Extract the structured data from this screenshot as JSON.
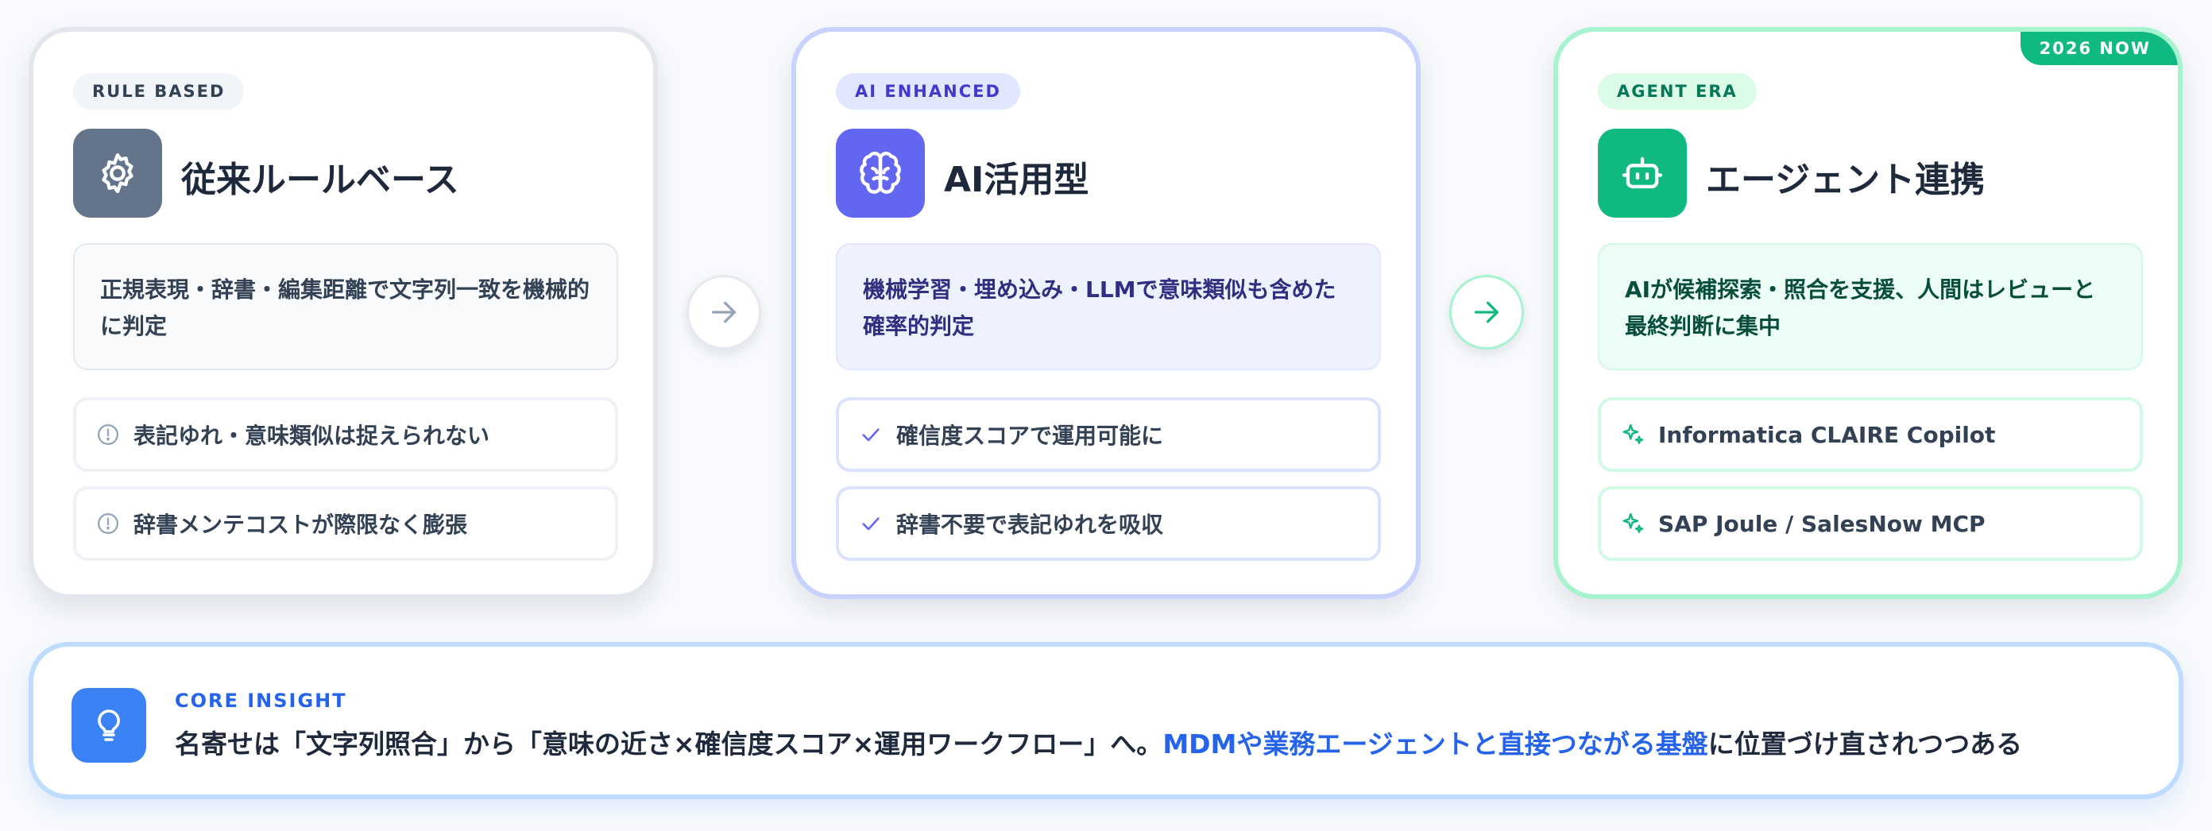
{
  "cards": [
    {
      "pill": "RULE BASED",
      "icon": "gear-icon",
      "title": "従来ルールベース",
      "description": "正規表現・辞書・編集距離で文字列一致を機械的に判定",
      "items": [
        {
          "icon": "alert-circle-icon",
          "text": "表記ゆれ・意味類似は捉えられない"
        },
        {
          "icon": "alert-circle-icon",
          "text": "辞書メンテコストが際限なく膨張"
        }
      ]
    },
    {
      "pill": "AI ENHANCED",
      "icon": "brain-icon",
      "title": "AI活用型",
      "description": "機械学習・埋め込み・LLMで意味類似も含めた確率的判定",
      "items": [
        {
          "icon": "check-icon",
          "text": "確信度スコアで運用可能に"
        },
        {
          "icon": "check-icon",
          "text": "辞書不要で表記ゆれを吸収"
        }
      ]
    },
    {
      "badge": "2026 NOW",
      "pill": "AGENT ERA",
      "icon": "robot-icon",
      "title": "エージェント連携",
      "description": "AIが候補探索・照合を支援、人間はレビューと最終判断に集中",
      "items": [
        {
          "icon": "sparkles-icon",
          "text": "Informatica CLAIRE Copilot"
        },
        {
          "icon": "sparkles-icon",
          "text": "SAP Joule / SalesNow MCP"
        }
      ]
    }
  ],
  "insight": {
    "icon": "lightbulb-icon",
    "label": "CORE INSIGHT",
    "text_before": "名寄せは「文字列照合」から「意味の近さ×確信度スコア×運用ワークフロー」へ。",
    "text_highlight": "MDMや業務エージェントと直接つながる基盤",
    "text_after": "に位置づけ直されつつある"
  },
  "colors": {
    "rule_accent": "#64748b",
    "ai_accent": "#6366f1",
    "agent_accent": "#10b981",
    "insight_accent": "#3b82f6"
  }
}
